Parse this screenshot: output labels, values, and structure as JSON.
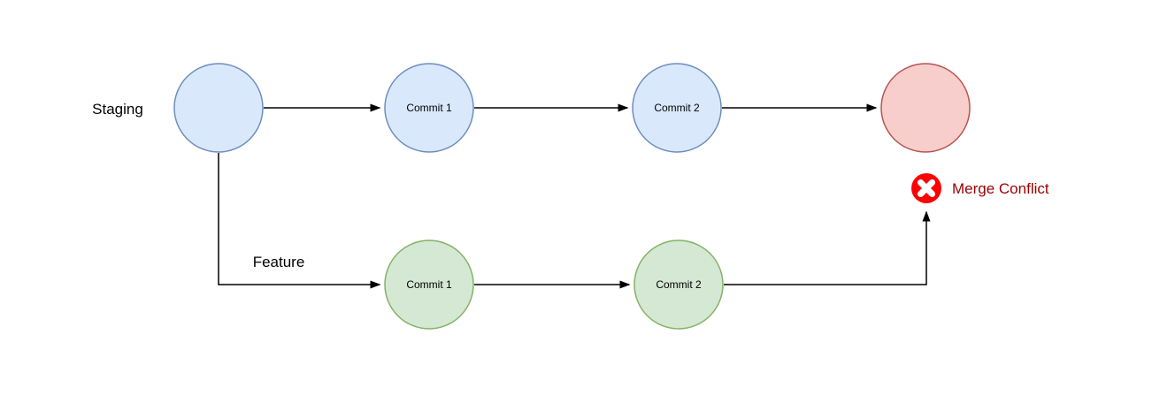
{
  "diagram": {
    "type": "git-branch-merge-conflict-flowchart",
    "branches": {
      "staging": {
        "label": "Staging"
      },
      "feature": {
        "label": "Feature"
      }
    },
    "nodes": {
      "staging_start": {
        "label": "",
        "shape": "circle",
        "color_role": "staging"
      },
      "staging_commit_1": {
        "label": "Commit 1",
        "shape": "circle",
        "color_role": "staging"
      },
      "staging_commit_2": {
        "label": "Commit 2",
        "shape": "circle",
        "color_role": "staging"
      },
      "merge_result": {
        "label": "",
        "shape": "circle",
        "color_role": "merge"
      },
      "feature_commit_1": {
        "label": "Commit 1",
        "shape": "circle",
        "color_role": "feature"
      },
      "feature_commit_2": {
        "label": "Commit 2",
        "shape": "circle",
        "color_role": "feature"
      }
    },
    "edges": [
      {
        "from": "staging_start",
        "to": "staging_commit_1",
        "style": "arrow"
      },
      {
        "from": "staging_commit_1",
        "to": "staging_commit_2",
        "style": "arrow"
      },
      {
        "from": "staging_commit_2",
        "to": "merge_result",
        "style": "arrow"
      },
      {
        "from": "staging_start",
        "to": "feature_commit_1",
        "style": "elbow-arrow",
        "label": "Feature"
      },
      {
        "from": "feature_commit_1",
        "to": "feature_commit_2",
        "style": "arrow"
      },
      {
        "from": "feature_commit_2",
        "to": "conflict_icon",
        "style": "elbow-arrow"
      }
    ],
    "conflict": {
      "label": "Merge Conflict",
      "icon": "error-x-icon"
    },
    "colors": {
      "staging_node_fill": "#dae8fc",
      "staging_node_stroke": "#6c8ebf",
      "feature_node_fill": "#d5e8d4",
      "feature_node_stroke": "#82b366",
      "merge_node_fill": "#f8cecc",
      "merge_node_stroke": "#b85450",
      "conflict_icon": "#ff0000",
      "conflict_icon_x": "#ffffff",
      "conflict_text": "#990000",
      "edge": "#000000",
      "background": "#ffffff"
    }
  }
}
